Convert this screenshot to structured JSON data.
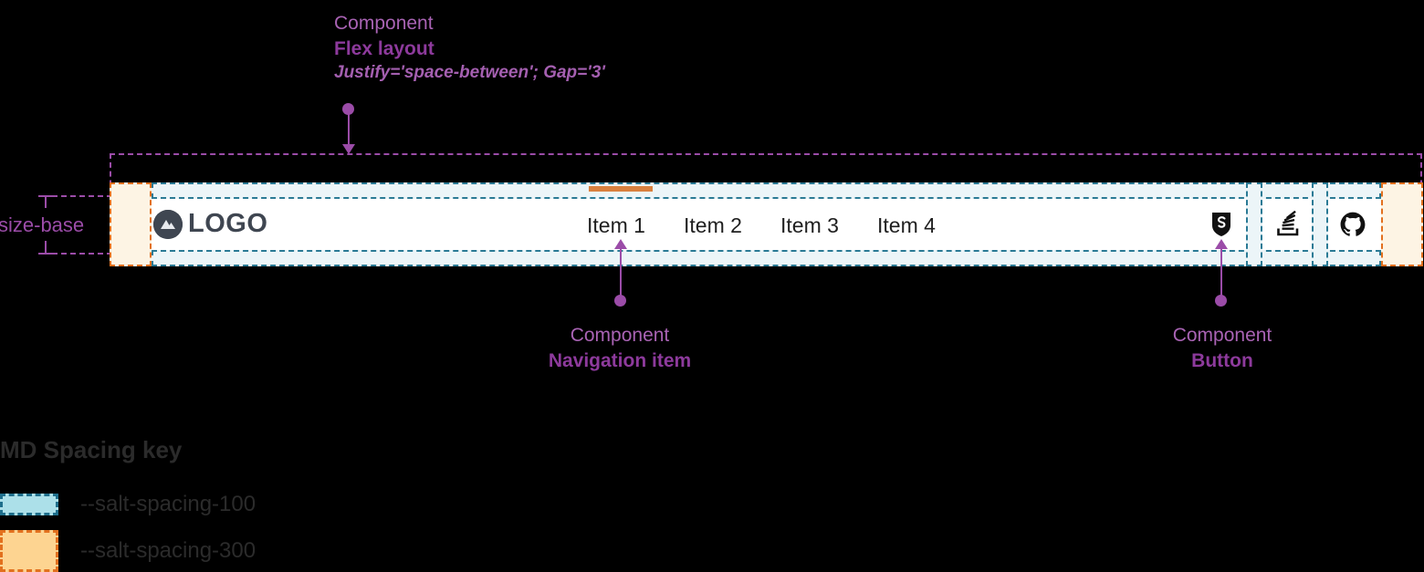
{
  "annotations": {
    "flex": {
      "kind": "Component",
      "name": "Flex layout",
      "props": "Justify='space-between'; Gap='3'"
    },
    "navigation_item": {
      "kind": "Component",
      "name": "Navigation item"
    },
    "button": {
      "kind": "Component",
      "name": "Button"
    },
    "size_base": {
      "label": "size-base"
    }
  },
  "navbar": {
    "logo": {
      "icon": "mountain-logo-icon",
      "text": "LOGO"
    },
    "items": [
      {
        "label": "Item 1",
        "active": true
      },
      {
        "label": "Item 2",
        "active": false
      },
      {
        "label": "Item 3",
        "active": false
      },
      {
        "label": "Item 4",
        "active": false
      }
    ],
    "buttons": [
      {
        "icon": "salt-shield-icon",
        "label": "S"
      },
      {
        "icon": "stack-overflow-icon",
        "label": ""
      },
      {
        "icon": "github-icon",
        "label": ""
      }
    ]
  },
  "legend": {
    "title": "MD Spacing key",
    "entries": [
      {
        "token": "--salt-spacing-100",
        "color": "#ace0e9",
        "border": "#1f6f8c"
      },
      {
        "token": "--salt-spacing-300",
        "color": "#fdd491",
        "border": "#e2701e"
      }
    ]
  },
  "colors": {
    "annotation_purple": "#9b4ca8",
    "spacing_100_fill": "#ecf5f8",
    "spacing_100_stroke": "#2a7a95",
    "spacing_300_fill": "#fdf4e4",
    "spacing_300_stroke": "#e2701e",
    "active_indicator": "#d9813f",
    "navbar_background": "#ffffff",
    "logo_grey": "#3f4651",
    "page_background": "#000000"
  }
}
